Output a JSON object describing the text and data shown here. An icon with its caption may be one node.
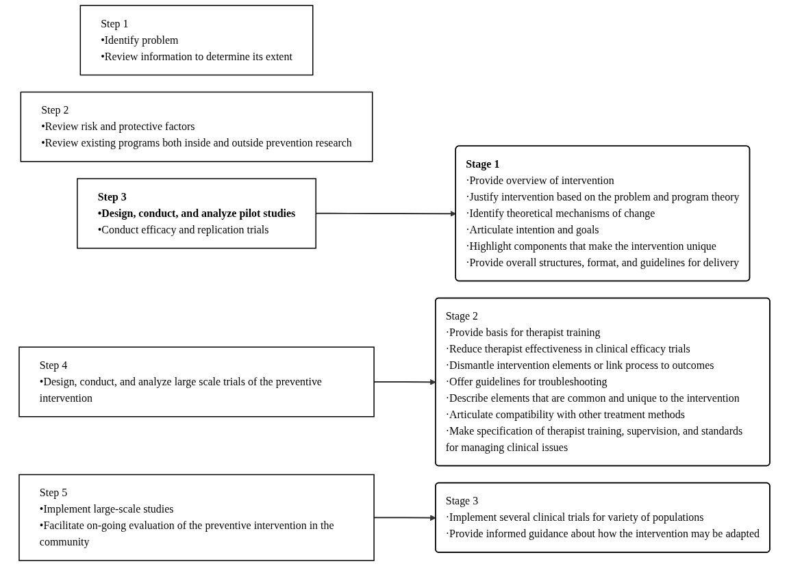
{
  "diagram": {
    "nodes": [
      {
        "text": [
          "Step 1",
          "•Identify problem",
          "•Review information to determine its extent"
        ]
      },
      {
        "text": [
          "Step 2",
          "•Review risk and protective factors",
          "•Review existing programs both inside and outside prevention research"
        ]
      },
      {
        "text": [
          "**Step 3**",
          "**•Design, conduct, and analyze pilot studies**",
          "•Conduct efficacy and replication trials"
        ]
      },
      {
        "text": [
          "Step 4",
          "•Design, conduct, and analyze large scale trials of the preventive intervention"
        ]
      },
      {
        "text": [
          "Step 5",
          "•Implement large-scale studies",
          "•Facilitate on-going evaluation of the preventive intervention in the community"
        ]
      },
      {
        "text": [
          "**Stage 1**",
          "·Provide overview of intervention",
          "·Justify intervention based on the problem and program theory",
          "·Identify theoretical mechanisms of change",
          "·Articulate intention and goals",
          "·Highlight components that make the intervention unique",
          "·Provide overall structures, format, and guidelines for delivery"
        ]
      },
      {
        "text": [
          "Stage 2",
          "·Provide basis for therapist training",
          "·Reduce therapist effectiveness in clinical efficacy trials",
          "·Dismantle intervention elements or link process to outcomes",
          "·Offer guidelines for troubleshooting",
          "·Describe elements that are common and unique to the intervention",
          "·Articulate compatibility with other treatment methods",
          "·Make specification of therapist training, supervision, and standards for managing clinical issues"
        ]
      },
      {
        "text": [
          "Stage 3",
          "·Implement several clinical trials for variety of populations",
          "·Provide informed guidance about how the intervention may be adapted"
        ]
      }
    ],
    "edges": [
      {
        "from": 2,
        "to": 5,
        "arrow": "to"
      },
      {
        "from": 3,
        "to": 6,
        "arrow": "to"
      },
      {
        "from": 4,
        "to": 7,
        "arrow": "to"
      }
    ]
  }
}
